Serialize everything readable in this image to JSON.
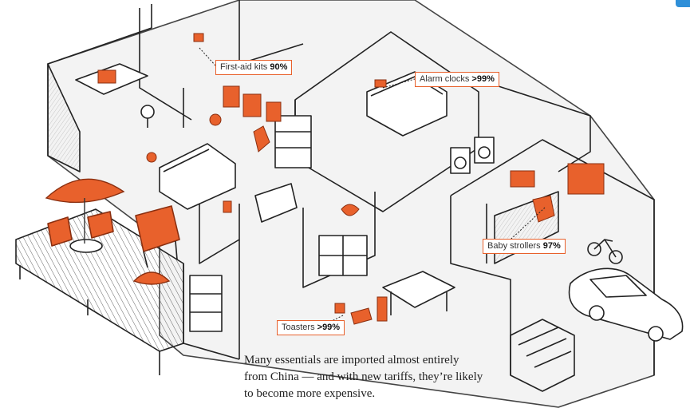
{
  "labels": [
    {
      "item": "First-aid kits",
      "value": "90%"
    },
    {
      "item": "Alarm clocks",
      "value": ">99%"
    },
    {
      "item": "Baby strollers",
      "value": "97%"
    },
    {
      "item": "Toasters",
      "value": ">99%"
    }
  ],
  "caption": "Many essentials are imported almost entirely from China — and with new tariffs, they’re likely to become more expensive.",
  "colors": {
    "accent": "#e8612c",
    "line": "#222222",
    "corner_badge": "#2f8fd8"
  }
}
